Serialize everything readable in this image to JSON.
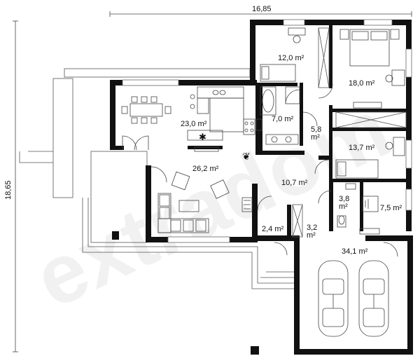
{
  "dimensions": {
    "width_label": "16,85",
    "height_label": "18,65"
  },
  "watermark": "extradom",
  "rooms": [
    {
      "id": "bedroom-1",
      "area": "12,0 m²"
    },
    {
      "id": "bedroom-master",
      "area": "18,0 m²"
    },
    {
      "id": "kitchen-dining",
      "area": "23,0 m²"
    },
    {
      "id": "bathroom",
      "area": "7,0 m²"
    },
    {
      "id": "corridor",
      "area": "5,8 m²"
    },
    {
      "id": "bedroom-2",
      "area": "13,7 m²"
    },
    {
      "id": "living-room",
      "area": "26,2 m²"
    },
    {
      "id": "hall",
      "area": "10,7 m²"
    },
    {
      "id": "wc",
      "area": "3,8 m²"
    },
    {
      "id": "utility",
      "area": "7,5 m²"
    },
    {
      "id": "vestibule",
      "area": "2,4 m²"
    },
    {
      "id": "wardrobe",
      "area": "3,2 m²"
    },
    {
      "id": "garage",
      "area": "34,1 m²"
    }
  ],
  "colors": {
    "wall": "#111111",
    "line": "#444444",
    "fixture": "#666666"
  },
  "icons": [
    "bed-icon",
    "bathtub-icon",
    "car-icon",
    "sofa-icon",
    "dining-table-icon",
    "stove-icon",
    "plant-icon",
    "fireplace-icon"
  ]
}
